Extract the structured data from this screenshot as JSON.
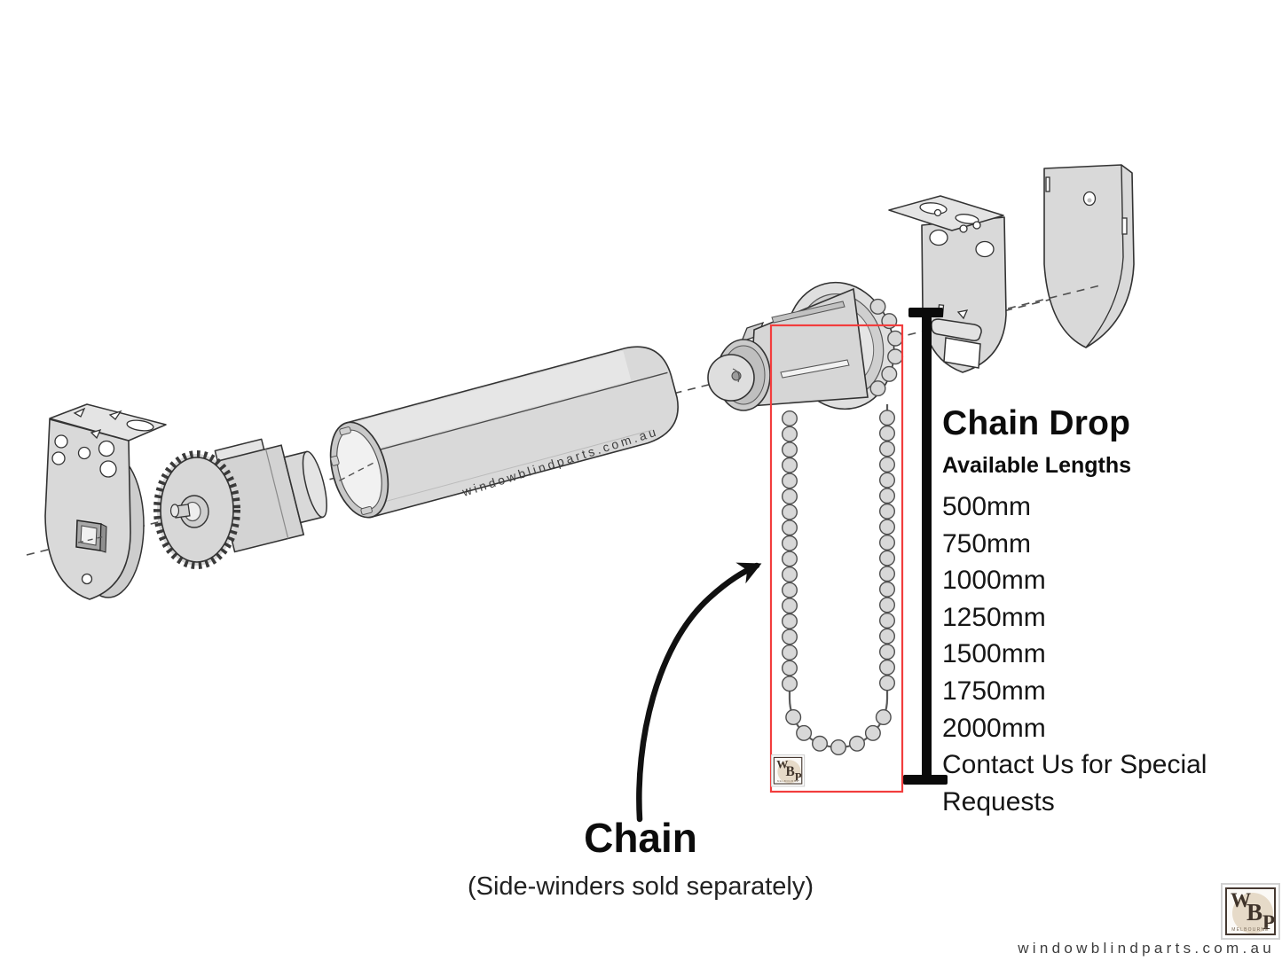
{
  "labels": {
    "chain_drop": {
      "title": "Chain Drop",
      "subtitle": "Available Lengths",
      "lengths": [
        "500mm",
        "750mm",
        "1000mm",
        "1250mm",
        "1500mm",
        "1750mm",
        "2000mm"
      ],
      "note": "Contact Us for Special Requests"
    },
    "chain": {
      "title": "Chain",
      "subtitle": "(Side-winders sold separately)"
    }
  },
  "watermarks": {
    "tube": "windowblindparts.com.au",
    "footer_url": "windowblindparts.com.au"
  },
  "logo": {
    "letters": [
      "W",
      "B",
      "P"
    ],
    "tagline": "MELBOURNE"
  },
  "colors": {
    "highlight_box": "#f23d3d",
    "dimension_line": "#0a0a0a",
    "arrow": "#111111",
    "part_outline": "#333333",
    "part_fill": "#d9d9d9"
  },
  "diagram_parts": [
    "control bracket",
    "sprocket clutch plug",
    "roller tube",
    "chain clutch mechanism",
    "bead chain loop",
    "mounting bracket with hook",
    "bracket cover"
  ]
}
